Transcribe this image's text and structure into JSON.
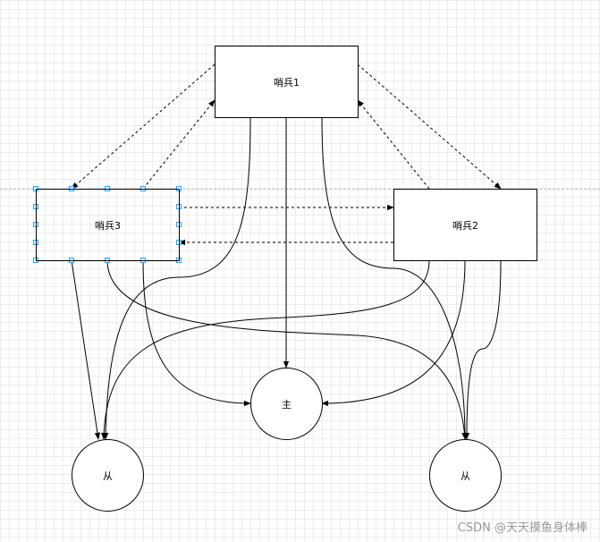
{
  "nodes": {
    "sentinel1": "哨兵1",
    "sentinel2": "哨兵2",
    "sentinel3": "哨兵3",
    "master": "主",
    "slave_left": "从",
    "slave_right": "从"
  },
  "watermark": "CSDN @天天摸鱼身体棒"
}
